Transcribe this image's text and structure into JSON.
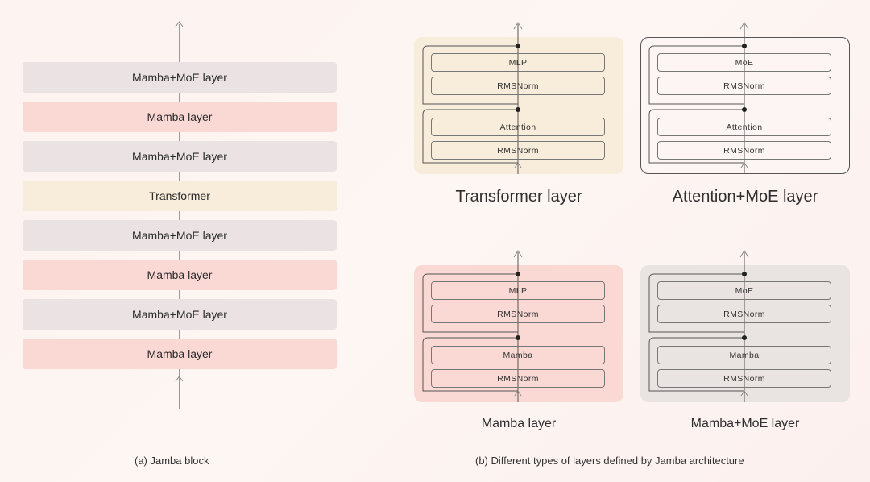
{
  "jamba_block": {
    "layers": [
      {
        "label": "Mamba+MoE layer",
        "kind": "moe"
      },
      {
        "label": "Mamba layer",
        "kind": "mamba"
      },
      {
        "label": "Mamba+MoE layer",
        "kind": "moe"
      },
      {
        "label": "Transformer",
        "kind": "trans"
      },
      {
        "label": "Mamba+MoE layer",
        "kind": "moe"
      },
      {
        "label": "Mamba layer",
        "kind": "mamba"
      },
      {
        "label": "Mamba+MoE layer",
        "kind": "moe"
      },
      {
        "label": "Mamba layer",
        "kind": "mamba"
      }
    ],
    "caption": "(a) Jamba block"
  },
  "layer_types": {
    "transformer": {
      "title": "Transformer layer",
      "boxes": [
        "MLP",
        "RMSNorm",
        "Attention",
        "RMSNorm"
      ],
      "color": "#f8ecda"
    },
    "attention_moe": {
      "title": "Attention+MoE layer",
      "boxes": [
        "MoE",
        "RMSNorm",
        "Attention",
        "RMSNorm"
      ],
      "color": "#fcf5f3"
    },
    "mamba": {
      "title": "Mamba layer",
      "boxes": [
        "MLP",
        "RMSNorm",
        "Mamba",
        "RMSNorm"
      ],
      "color": "#fad8d4"
    },
    "mamba_moe": {
      "title": "Mamba+MoE layer",
      "boxes": [
        "MoE",
        "RMSNorm",
        "Mamba",
        "RMSNorm"
      ],
      "color": "#e9e3e1"
    },
    "caption": "(b) Different types of layers defined by Jamba architecture"
  },
  "colors": {
    "moe": "#ebe3e3",
    "mamba": "#fad8d4",
    "trans": "#f8ecda",
    "line": "#555555"
  }
}
